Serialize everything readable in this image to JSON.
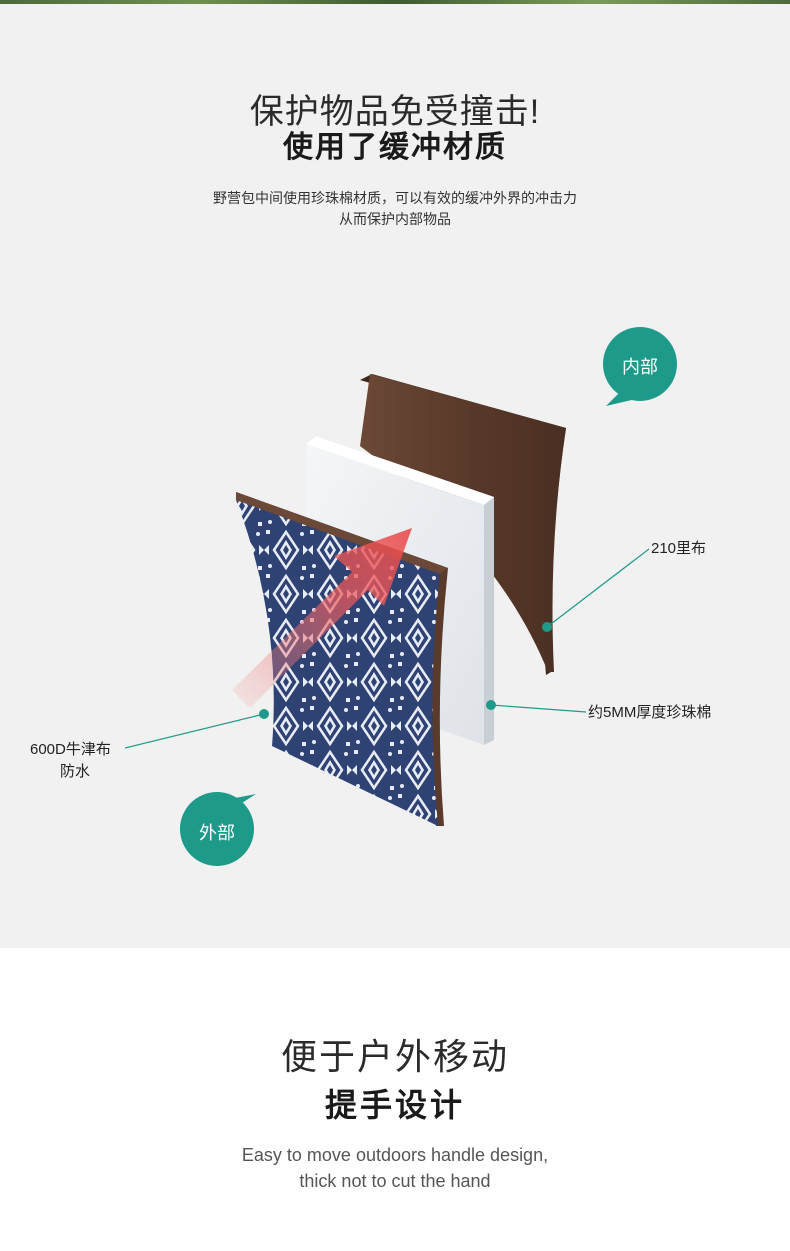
{
  "section1": {
    "title": "保护物品免受撞击!",
    "subtitle": "使用了缓冲材质",
    "description_line1": "野营包中间使用珍珠棉材质，可以有效的缓冲外界的冲击力",
    "description_line2": "从而保护内部物品",
    "bubble_inner": "内部",
    "bubble_outer": "外部",
    "label_lining": "210里布",
    "label_foam": "约5MM厚度珍珠棉",
    "label_outer_line1": "600D牛津布",
    "label_outer_line2": "防水"
  },
  "section2": {
    "title": "便于户外移动",
    "subtitle": "提手设计",
    "description_line1": "Easy to move outdoors handle design,",
    "description_line2": "thick not to cut the hand"
  },
  "colors": {
    "accent_teal": "#1e9a8a",
    "lining_brown": "#5a3a2a",
    "foam_white": "#eaedf0",
    "fabric_navy": "#2e4274",
    "arrow_red": "#e94b4b"
  },
  "icons": {
    "bubble": "speech-bubble-icon",
    "arrow": "impact-arrow-icon"
  }
}
